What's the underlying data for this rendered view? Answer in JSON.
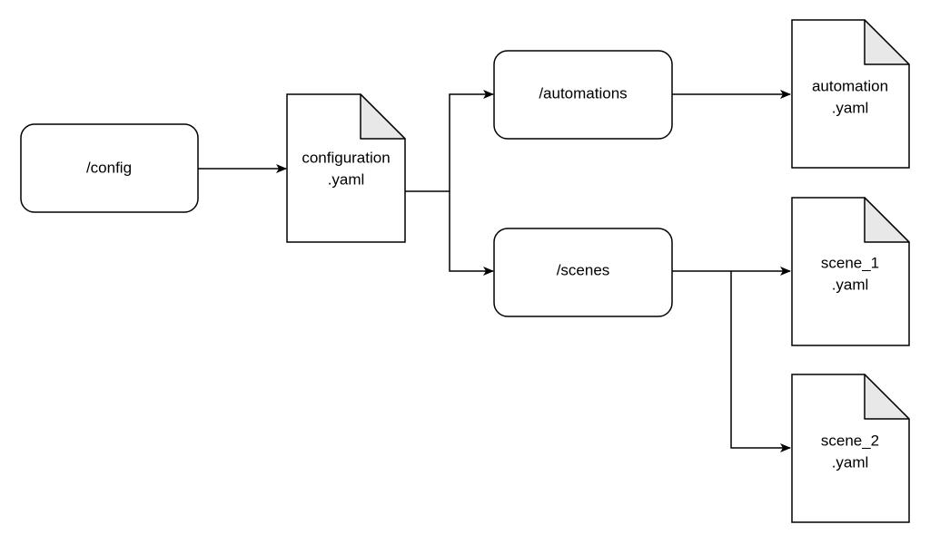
{
  "nodes": {
    "config": {
      "label": "/config"
    },
    "configuration_yaml": {
      "line1": "configuration",
      "line2": ".yaml"
    },
    "automations": {
      "label": "/automations"
    },
    "scenes": {
      "label": "/scenes"
    },
    "automation_yaml": {
      "line1": "automation",
      "line2": ".yaml"
    },
    "scene_1_yaml": {
      "line1": "scene_1",
      "line2": ".yaml"
    },
    "scene_2_yaml": {
      "line1": "scene_2",
      "line2": ".yaml"
    }
  },
  "colors": {
    "stroke": "#000000",
    "fill": "#ffffff",
    "fold_fill": "#e8e8e8"
  }
}
